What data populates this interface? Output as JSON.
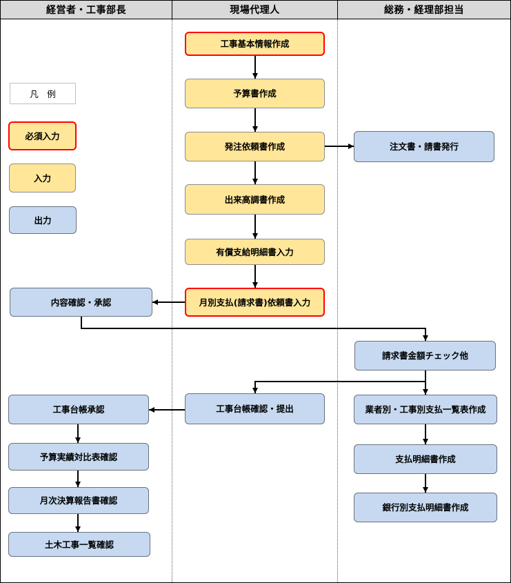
{
  "lanes": {
    "management": "経営者・工事部長",
    "site_agent": "現場代理人",
    "accounting": "総務・経理部担当"
  },
  "legend": {
    "title": "凡　例",
    "items": [
      {
        "label": "必須入力",
        "kind": "required_input"
      },
      {
        "label": "入力",
        "kind": "input"
      },
      {
        "label": "出力",
        "kind": "output"
      }
    ]
  },
  "colors": {
    "input_fill": "#ffe699",
    "output_fill": "#c6d9f0",
    "required_border": "#ff0000",
    "header_fill": "#d9d9d9"
  },
  "steps": {
    "site_agent": [
      {
        "label": "工事基本情報作成",
        "kind": "required_input"
      },
      {
        "label": "予算書作成",
        "kind": "input"
      },
      {
        "label": "発注依頼書作成",
        "kind": "input"
      },
      {
        "label": "出来高調書作成",
        "kind": "input"
      },
      {
        "label": "有償支給明細書入力",
        "kind": "input"
      },
      {
        "label": "月別支払(請求書)依頼書入力",
        "kind": "required_input"
      },
      {
        "label": "工事台帳確認・提出",
        "kind": "output"
      }
    ],
    "management": [
      {
        "label": "内容確認・承認",
        "kind": "output"
      },
      {
        "label": "工事台帳承認",
        "kind": "output"
      },
      {
        "label": "予算実績対比表確認",
        "kind": "output"
      },
      {
        "label": "月次決算報告書確認",
        "kind": "output"
      },
      {
        "label": "土木工事一覧確認",
        "kind": "output"
      }
    ],
    "accounting": [
      {
        "label": "注文書・請書発行",
        "kind": "output"
      },
      {
        "label": "請求書金額チェック他",
        "kind": "output"
      },
      {
        "label": "業者別・工事別支払一覧表作成",
        "kind": "output"
      },
      {
        "label": "支払明細書作成",
        "kind": "output"
      },
      {
        "label": "銀行別支払明細書作成",
        "kind": "output"
      }
    ]
  }
}
